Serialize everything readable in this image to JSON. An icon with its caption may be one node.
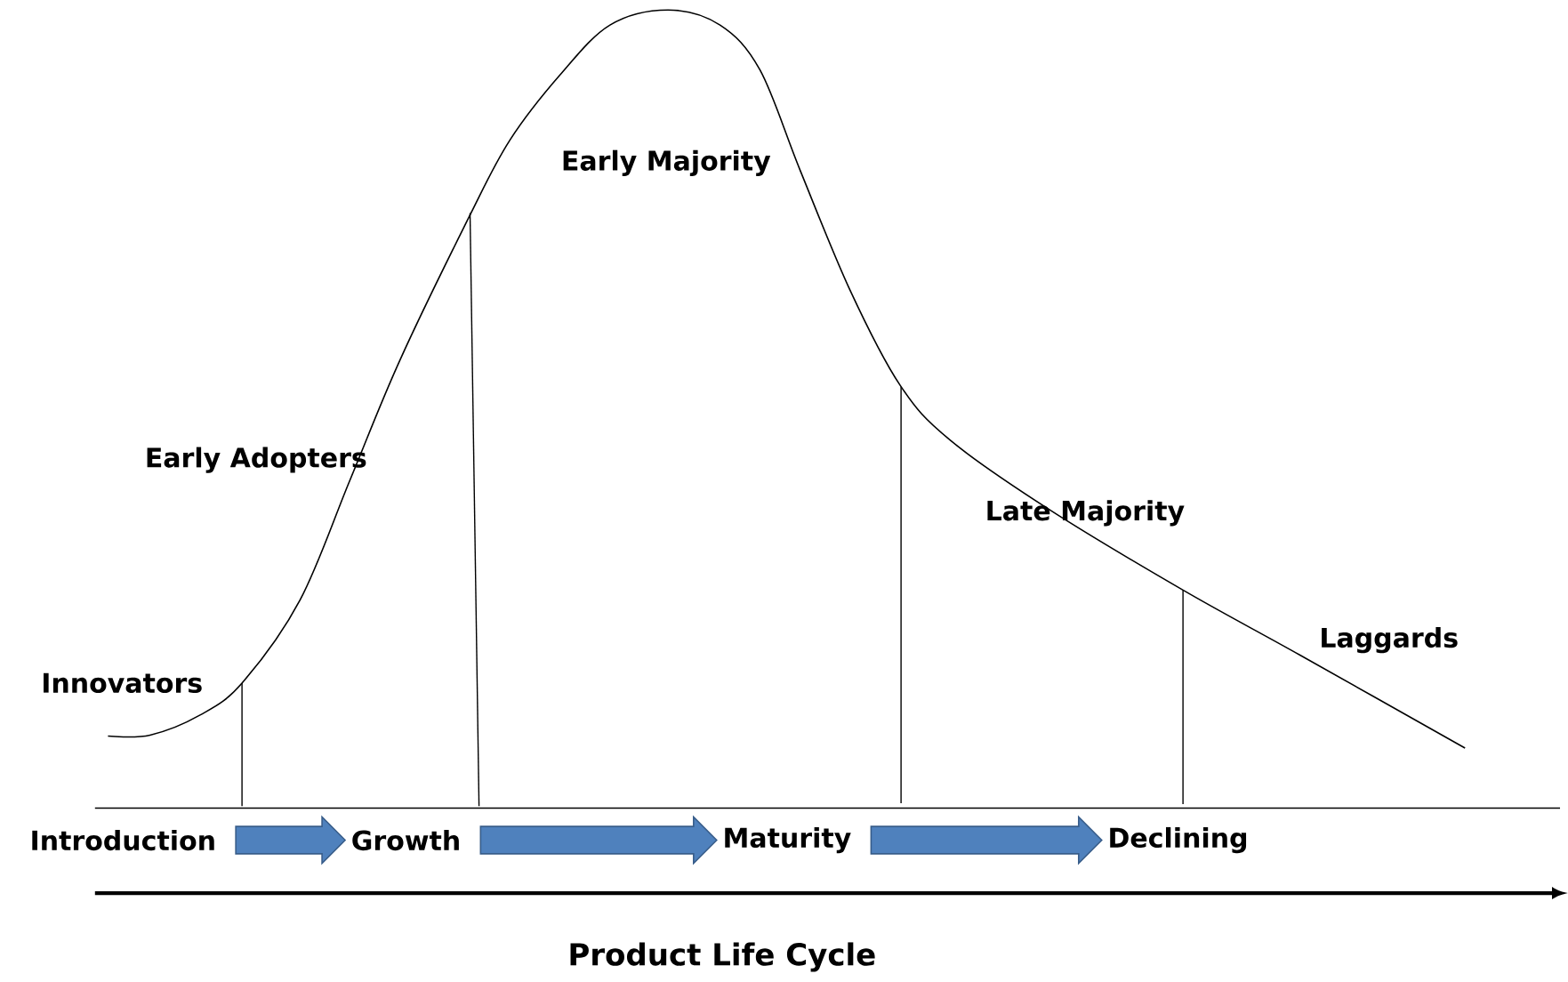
{
  "diagram": {
    "title": "Product Life Cycle",
    "nodes": [
      {
        "text": [
          "Introduction"
        ]
      },
      {
        "text": [
          "Growth"
        ]
      },
      {
        "text": [
          "Maturity"
        ]
      },
      {
        "text": [
          "Declining"
        ]
      }
    ],
    "edges": [
      {
        "from": 0,
        "to": 1,
        "arrow": "to"
      },
      {
        "from": 1,
        "to": 2,
        "arrow": "to"
      },
      {
        "from": 2,
        "to": 3,
        "arrow": "to"
      }
    ],
    "labels": [
      "Early Majority",
      "Early Adopters",
      "Late Majority",
      "Innovators",
      "Laggards"
    ]
  }
}
